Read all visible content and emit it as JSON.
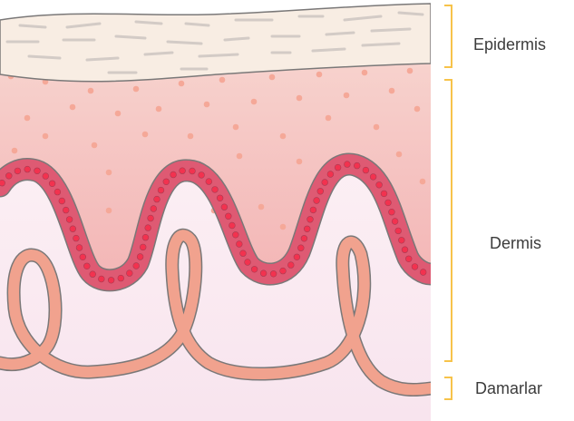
{
  "labels": {
    "epidermis": "Epidermis",
    "dermis": "Dermis",
    "vessels": "Damarlar"
  },
  "colors": {
    "epidermis_fill": "#f8ede3",
    "epidermis_lines": "#d3cbc6",
    "dermis_fill": "#f6c3c0",
    "dermis_dots": "#f5a898",
    "lower_fill": "#fbeef3",
    "cell_fill": "#de5a73",
    "cell_nucleus": "#f2324f",
    "outline": "#7a7878",
    "vessel_fill": "#f1a28e",
    "bracket": "#f7c34a",
    "label_text": "#3c3c3c"
  }
}
